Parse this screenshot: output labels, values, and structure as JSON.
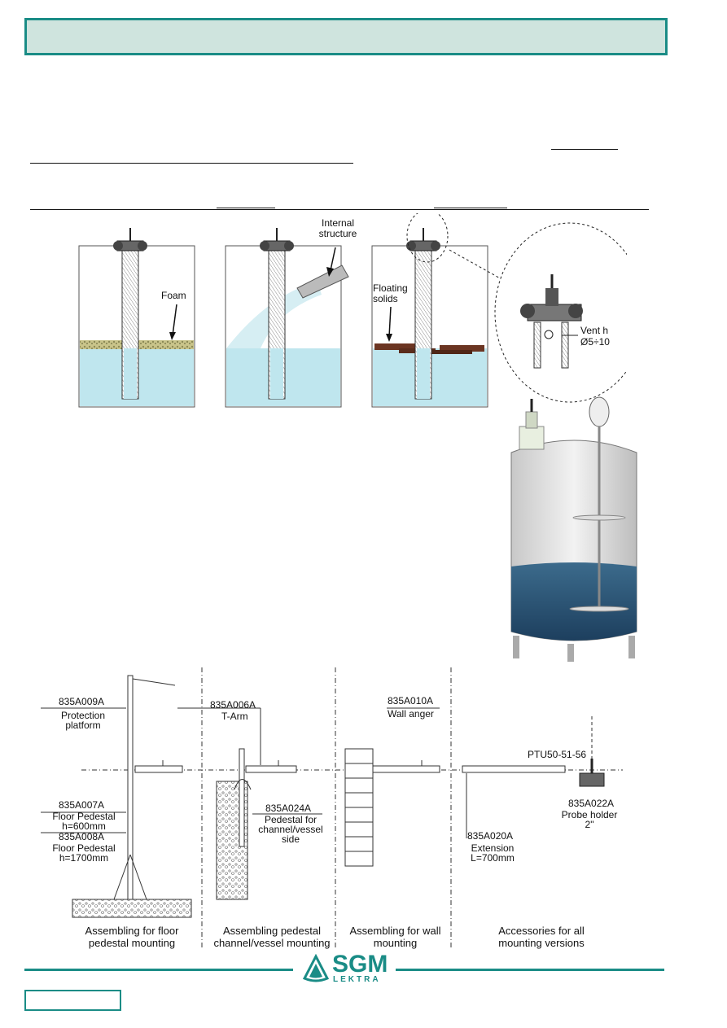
{
  "header": {
    "title": ""
  },
  "figure1": {
    "labels": {
      "foam": "Foam",
      "internal_structure": "Internal structure",
      "floating_solids": "Floating solids",
      "vent_hole": "Vent h",
      "vent_dim": "Ø5÷10"
    }
  },
  "figure3": {
    "parts": [
      {
        "code": "835A009A",
        "desc": "Protection platform"
      },
      {
        "code": "835A006A",
        "desc": "T-Arm"
      },
      {
        "code": "835A010A",
        "desc": "Wall anger"
      },
      {
        "code": "835A007A",
        "desc": "Floor Pedestal h=600mm"
      },
      {
        "code": "835A008A",
        "desc": "Floor Pedestal h=1700mm"
      },
      {
        "code": "835A024A",
        "desc": "Pedestal for channel/vessel side"
      },
      {
        "code": "835A020A",
        "desc": "Extension L=700mm"
      },
      {
        "code": "835A022A",
        "desc": "Probe holder 2\""
      },
      {
        "code": "PTU50-51-56",
        "desc": ""
      }
    ],
    "captions": [
      "Assembling for floor pedestal mounting",
      "Assembling pedestal channel/vessel mounting",
      "Assembling for wall mounting",
      "Accessories for all mounting versions"
    ]
  },
  "footer": {
    "logo_main": "SGM",
    "logo_sub": "LEKTRA",
    "page": ""
  },
  "colors": {
    "accent": "#1a8c86",
    "header_bg": "#cfe4de",
    "water": "#bfe6ee"
  }
}
